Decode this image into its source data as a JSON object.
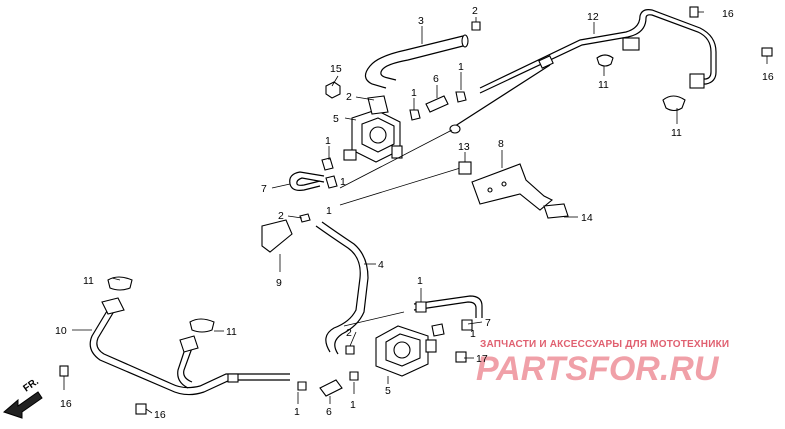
{
  "diagram": {
    "callouts": [
      {
        "id": "c3a",
        "label": "3"
      },
      {
        "id": "c2a",
        "label": "2"
      },
      {
        "id": "c12",
        "label": "12"
      },
      {
        "id": "c16a",
        "label": "16"
      },
      {
        "id": "c15",
        "label": "15"
      },
      {
        "id": "c2b",
        "label": "2"
      },
      {
        "id": "c1a",
        "label": "1"
      },
      {
        "id": "c6a",
        "label": "6"
      },
      {
        "id": "c1b",
        "label": "1"
      },
      {
        "id": "c11a",
        "label": "11"
      },
      {
        "id": "c16b",
        "label": "16"
      },
      {
        "id": "c5a",
        "label": "5"
      },
      {
        "id": "c11b",
        "label": "11"
      },
      {
        "id": "c1c",
        "label": "1"
      },
      {
        "id": "c8",
        "label": "8"
      },
      {
        "id": "c13",
        "label": "13"
      },
      {
        "id": "c7a",
        "label": "7"
      },
      {
        "id": "c1d",
        "label": "1"
      },
      {
        "id": "c1e",
        "label": "1"
      },
      {
        "id": "c14",
        "label": "14"
      },
      {
        "id": "c2c",
        "label": "2"
      },
      {
        "id": "c9",
        "label": "9"
      },
      {
        "id": "c4",
        "label": "4"
      },
      {
        "id": "c11c",
        "label": "11"
      },
      {
        "id": "c10",
        "label": "10"
      },
      {
        "id": "c11d",
        "label": "11"
      },
      {
        "id": "c1f",
        "label": "1"
      },
      {
        "id": "c7b",
        "label": "7"
      },
      {
        "id": "c2d",
        "label": "2"
      },
      {
        "id": "c1g",
        "label": "1"
      },
      {
        "id": "c17",
        "label": "17"
      },
      {
        "id": "c5b",
        "label": "5"
      },
      {
        "id": "c16c",
        "label": "16"
      },
      {
        "id": "c16d",
        "label": "16"
      },
      {
        "id": "c1h",
        "label": "1"
      },
      {
        "id": "c6b",
        "label": "6"
      },
      {
        "id": "c1i",
        "label": "1"
      }
    ],
    "direction_label": "FR.",
    "watermark": {
      "subtitle": "ЗАПЧАСТИ И АКСЕССУАРЫ ДЛЯ МОТОТЕХНИКИ",
      "logo": "PARTSFOR.RU"
    }
  }
}
